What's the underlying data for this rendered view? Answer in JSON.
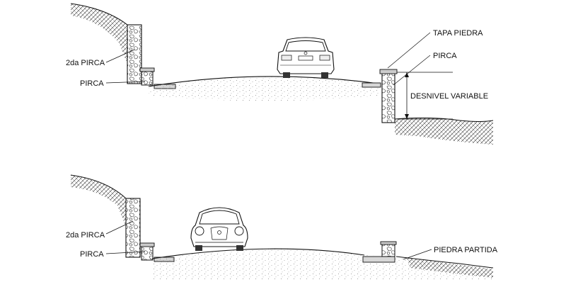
{
  "top_section": {
    "labels": {
      "segunda_pirca": "2da PIRCA",
      "pirca_left": "PIRCA",
      "tapa_piedra": "TAPA PIEDRA",
      "pirca_right": "PIRCA",
      "desnivel": "DESNIVEL VARIABLE"
    },
    "vehicle_icon": "sedan-rear-icon"
  },
  "bottom_section": {
    "labels": {
      "segunda_pirca": "2da PIRCA",
      "pirca_left": "PIRCA",
      "piedra_partida": "PIEDRA PARTIDA"
    },
    "vehicle_icon": "beetle-front-icon"
  },
  "colors": {
    "line": "#111111",
    "hatch": "#444444",
    "stipple": "#888888"
  }
}
